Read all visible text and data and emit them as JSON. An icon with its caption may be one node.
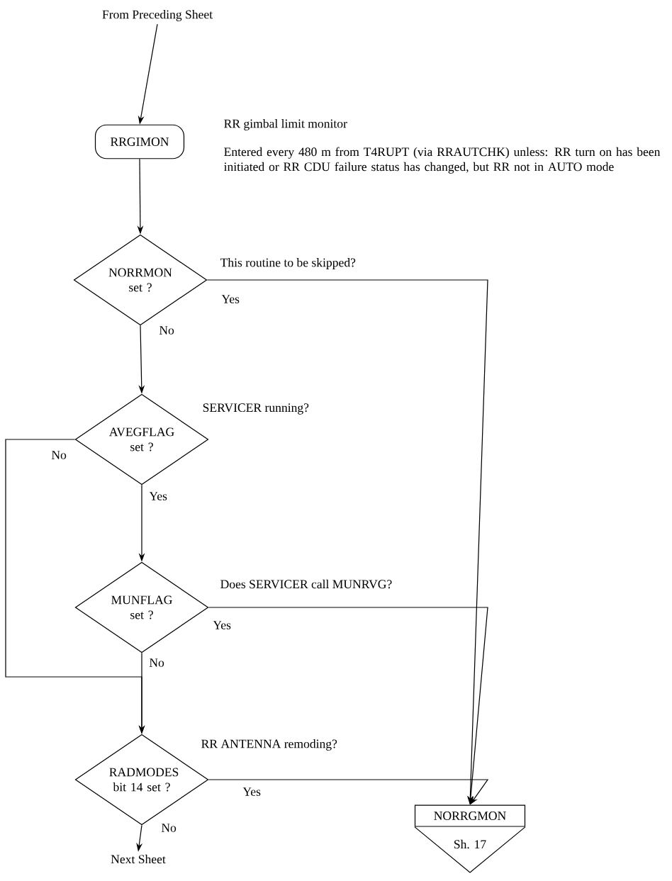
{
  "diagram": {
    "nodes": [
      {
        "text": [
          "From Preceding Sheet"
        ]
      },
      {
        "text": [
          "RRGIMON"
        ],
        "beside": [
          "RR gimbal limit monitor",
          "Entered every 480 m from T4RUPT (via RRAUTCHK) unless: RR turn on has been initiated or RR CDU failure status has changed, but RR not in AUTO mode"
        ]
      },
      {
        "text": [
          "NORRMON set ?"
        ],
        "beside": [
          "This routine to be skipped?"
        ]
      },
      {
        "text": [
          "AVEGFLAG set ?"
        ],
        "beside": [
          "SERVICER running?"
        ]
      },
      {
        "text": [
          "MUNFLAG set ?"
        ],
        "beside": [
          "Does SERVICER call MUNRVG?"
        ]
      },
      {
        "text": [
          "RADMODES bit 14 set ?"
        ],
        "beside": [
          "RR ANTENNA remoding?"
        ]
      },
      {
        "text": [
          "Next Sheet"
        ]
      },
      {
        "text": [
          "NORRGMON",
          "Sh. 17"
        ]
      }
    ],
    "edges": [
      {
        "from": 0,
        "to": 1,
        "arrow": "to"
      },
      {
        "from": 1,
        "to": 2,
        "arrow": "to"
      },
      {
        "from": 2,
        "to": 3,
        "label": "No",
        "arrow": "to"
      },
      {
        "from": 2,
        "to": 7,
        "label": "Yes",
        "arrow": "to"
      },
      {
        "from": 3,
        "to": 4,
        "label": "Yes",
        "arrow": "to"
      },
      {
        "from": 3,
        "to": 5,
        "label": "No",
        "arrow": "to"
      },
      {
        "from": 4,
        "to": 7,
        "label": "Yes",
        "arrow": "to"
      },
      {
        "from": 4,
        "to": 5,
        "label": "No",
        "arrow": "to"
      },
      {
        "from": 5,
        "to": 7,
        "label": "Yes",
        "arrow": "to"
      },
      {
        "from": 5,
        "to": 6,
        "label": "No",
        "arrow": "to"
      }
    ]
  }
}
